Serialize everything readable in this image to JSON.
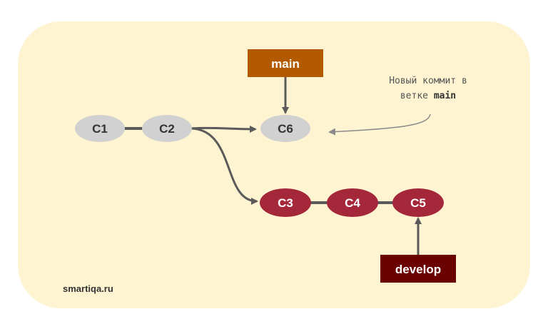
{
  "commits": {
    "c1": "C1",
    "c2": "C2",
    "c3": "C3",
    "c4": "C4",
    "c5": "C5",
    "c6": "C6"
  },
  "branches": {
    "main": "main",
    "develop": "develop"
  },
  "note": {
    "line1": "Новый коммит в",
    "line2_prefix": "ветке ",
    "line2_branch": "main"
  },
  "brand": "smartiqa.ru",
  "colors": {
    "panel": "#fef4d2",
    "main_commit": "#d1d1d1",
    "develop_commit": "#a4283a",
    "main_branch": "#b35900",
    "develop_branch": "#6b0000",
    "connector": "#5a5a5a"
  }
}
